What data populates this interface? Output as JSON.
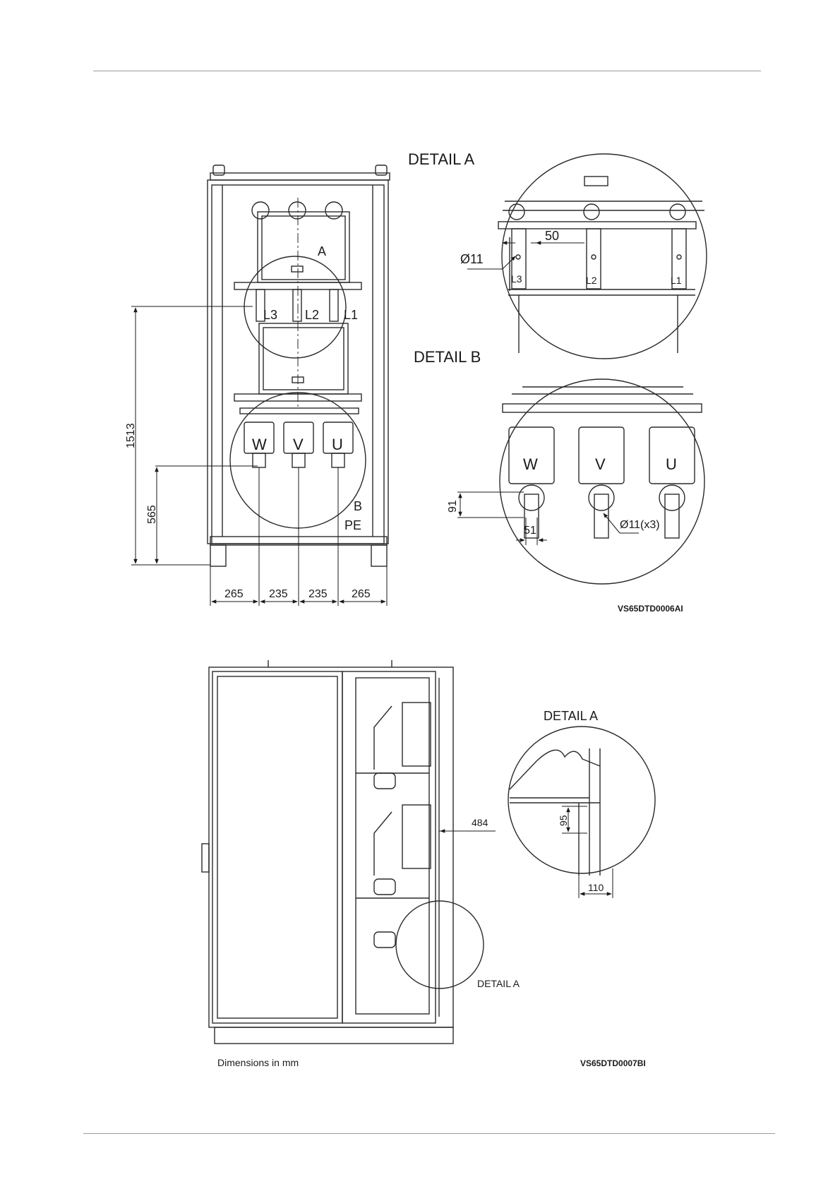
{
  "figure1": {
    "detail_a_title": "DETAIL A",
    "detail_b_title": "DETAIL B",
    "callout_a": "A",
    "callout_b": "B",
    "pe_label": "PE",
    "phases_top": [
      "L3",
      "L2",
      "L1"
    ],
    "phases_bottom": [
      "W",
      "V",
      "U"
    ],
    "dim_height_total": "1513",
    "dim_height_lower": "565",
    "dims_bottom": [
      "265",
      "235",
      "235",
      "265"
    ],
    "detail_a_dim_spacing": "50",
    "detail_a_hole": "Ø11",
    "detail_a_phases": [
      "L3",
      "L2",
      "L1"
    ],
    "detail_b_phases": [
      "W",
      "V",
      "U"
    ],
    "detail_b_dim_vertical": "91",
    "detail_b_dim_horizontal": "51",
    "detail_b_hole": "Ø11(x3)",
    "drawing_code": "VS65DTD0006AI"
  },
  "figure2": {
    "detail_title": "DETAIL A",
    "detail_callout": "DETAIL A",
    "dim_depth": "484",
    "detail_dim_vertical": "95",
    "detail_dim_horizontal": "110",
    "units_note": "Dimensions in mm",
    "drawing_code": "VS65DTD0007BI"
  }
}
